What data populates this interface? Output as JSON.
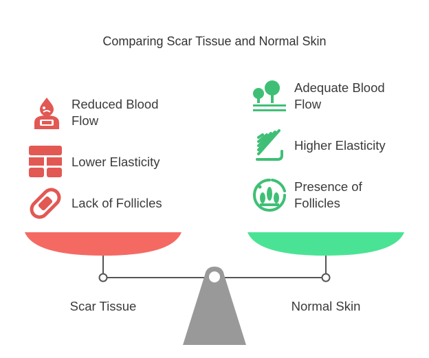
{
  "title": "Comparing Scar Tissue and Normal Skin",
  "left": {
    "label": "Scar Tissue",
    "color": "#f46a63",
    "icon_color": "#e25853",
    "items": [
      {
        "icon": "blood-drop-person-icon",
        "label_line1": "Reduced Blood",
        "label_line2": "Flow"
      },
      {
        "icon": "brick-wall-icon",
        "label_line1": "Lower Elasticity",
        "label_line2": ""
      },
      {
        "icon": "bandage-icon",
        "label_line1": "Lack of Follicles",
        "label_line2": ""
      }
    ]
  },
  "right": {
    "label": "Normal Skin",
    "color": "#4ae395",
    "icon_color": "#3fbf75",
    "items": [
      {
        "icon": "trees-icon",
        "label_line1": "Adequate Blood",
        "label_line2": "Flow"
      },
      {
        "icon": "spring-coil-icon",
        "label_line1": "Higher Elasticity",
        "label_line2": ""
      },
      {
        "icon": "hair-follicle-plant-icon",
        "label_line1": "Presence of",
        "label_line2": "Follicles"
      }
    ]
  },
  "fulcrum_color": "#999999",
  "beam_color": "#555555"
}
